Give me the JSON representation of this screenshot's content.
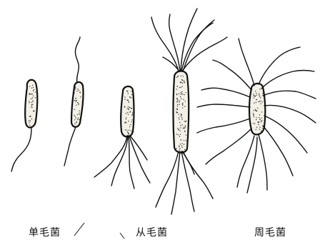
{
  "labels": {
    "monotrichous": "单毛菌",
    "lophotrichous": "从毛菌",
    "peritrichous": "周毛菌"
  }
}
